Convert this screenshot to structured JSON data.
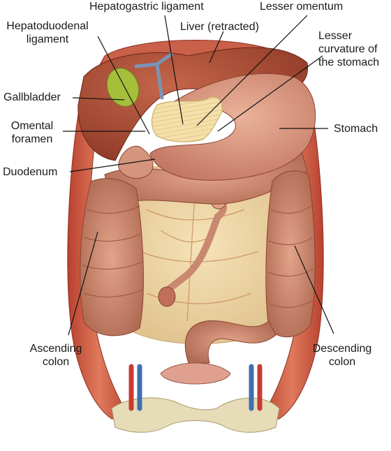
{
  "labels": {
    "hepatogastric_ligament": "Hepatogastric ligament",
    "lesser_omentum": "Lesser omentum",
    "hepatoduodenal_ligament": [
      "Hepatoduodenal",
      "ligament"
    ],
    "liver": "Liver (retracted)",
    "lesser_curvature": [
      "Lesser",
      "curvature of",
      "the stomach"
    ],
    "gallbladder": "Gallbladder",
    "omental_foramen": [
      "Omental",
      "foramen"
    ],
    "stomach": "Stomach",
    "duodenum": "Duodenum",
    "ascending_colon": [
      "Ascending",
      "colon"
    ],
    "descending_colon": [
      "Descending",
      "colon"
    ]
  },
  "colors": {
    "muscle": "#c9553f",
    "liver": "#a64b34",
    "stomach": "#d9947a",
    "colon": "#c98a72",
    "ligament": "#f3dca6",
    "gallbladder": "#a6bf3a",
    "mesentery": "#ecd3a0",
    "bone": "#e6dcb8",
    "artery": "#c83a32",
    "vein": "#3f6fb0",
    "leader": "#111111"
  }
}
